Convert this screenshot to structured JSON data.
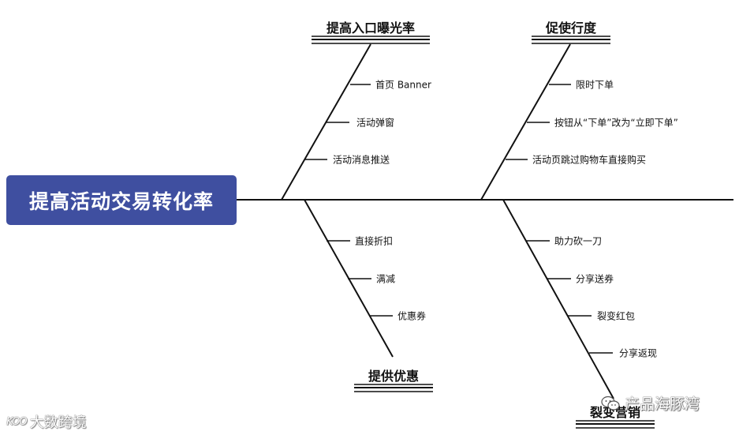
{
  "head": {
    "label": "提高活动交易转化率"
  },
  "categories": {
    "top_left": {
      "label": "提高入口曝光率",
      "causes": [
        "首页 Banner",
        "活动弹窗",
        "活动消息推送"
      ]
    },
    "top_right": {
      "label": "促使行度",
      "causes": [
        "限时下单",
        "按钮从“下单”改为“立即下单”",
        "活动页跳过购物车直接购买"
      ]
    },
    "bottom_left": {
      "label": "提供优惠",
      "causes": [
        "直接折扣",
        "满减",
        "优惠券"
      ]
    },
    "bottom_right": {
      "label": "裂变营销",
      "causes": [
        "助力砍一刀",
        "分享送券",
        "裂变红包",
        "分享返现"
      ]
    }
  },
  "colors": {
    "head_fill": "#3f4fa0",
    "line": "#111111",
    "text": "#111111"
  },
  "watermarks": {
    "bottom_right": "产品海豚湾",
    "bottom_left_logo": "KOO",
    "bottom_left": "大数跨境"
  },
  "icons": {
    "watermark_chat": "wechat-icon"
  }
}
